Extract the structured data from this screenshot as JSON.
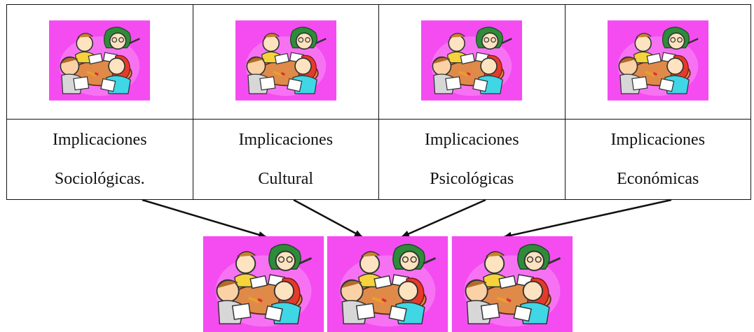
{
  "colors": {
    "picture_bg": "#f44cf0",
    "border": "#111111",
    "arrow": "#111111"
  },
  "columns": [
    {
      "picture": "group-study-clipart",
      "line1": "Implicaciones",
      "line2": "Sociológicas."
    },
    {
      "picture": "group-study-clipart",
      "line1": "Implicaciones",
      "line2": "Cultural"
    },
    {
      "picture": "group-study-clipart",
      "line1": "Implicaciones",
      "line2": "Psicológicas"
    },
    {
      "picture": "group-study-clipart",
      "line1": "Implicaciones",
      "line2": "Económicas"
    }
  ],
  "bottom_pictures": [
    "group-study-clipart",
    "group-study-clipart",
    "group-study-clipart"
  ]
}
